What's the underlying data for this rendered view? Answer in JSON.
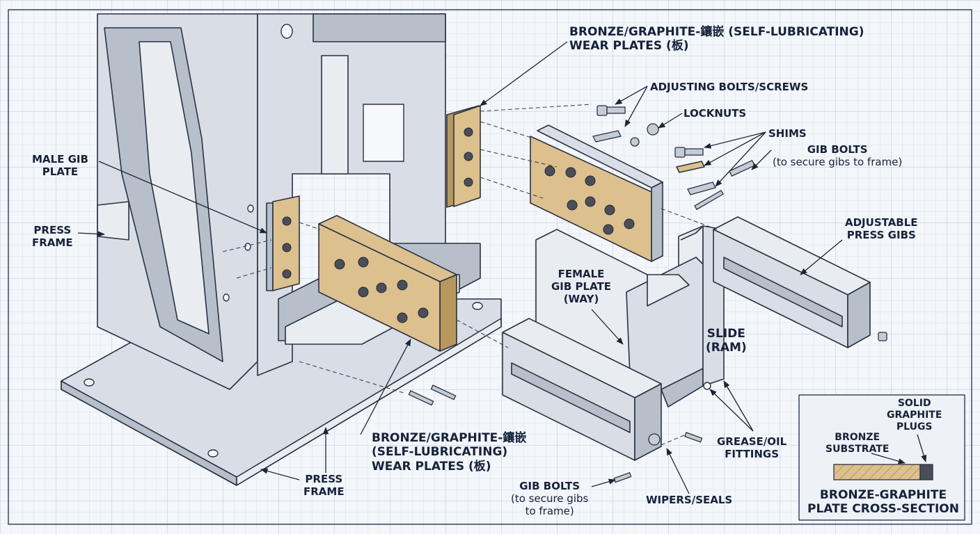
{
  "labels": {
    "wear_plates_top_line1": "BRONZE/GRAPHITE-鑲嵌 (SELF-LUBRICATING)",
    "wear_plates_top_line2": "WEAR PLATES (板)",
    "adjusting_bolts": "ADJUSTING BOLTS/SCREWS",
    "locknuts": "LOCKNUTS",
    "shims": "SHIMS",
    "gib_bolts_top": "GIB BOLTS",
    "gib_bolts_top_note": "(to secure gibs to frame)",
    "male_gib_line1": "MALE GIB",
    "male_gib_line2": "PLATE",
    "press_frame_left_line1": "PRESS",
    "press_frame_left_line2": "FRAME",
    "adjustable_gibs_line1": "ADJUSTABLE",
    "adjustable_gibs_line2": "PRESS GIBS",
    "female_gib_line1": "FEMALE",
    "female_gib_line2": "GIB PLATE",
    "female_gib_line3": "(WAY)",
    "slide_line1": "SLIDE",
    "slide_line2": "(RAM)",
    "wear_plates_bottom_line1": "BRONZE/GRAPHITE-鑲嵌",
    "wear_plates_bottom_line2": "(SELF-LUBRICATING)",
    "wear_plates_bottom_line3": "WEAR PLATES (板)",
    "grease_line1": "GREASE/OIL",
    "grease_line2": "FITTINGS",
    "press_frame_bottom_line1": "PRESS",
    "press_frame_bottom_line2": "FRAME",
    "gib_bolts_bottom_line1": "GIB BOLTS",
    "gib_bolts_bottom_line2": "(to secure gibs",
    "gib_bolts_bottom_line3": "to frame)",
    "wipers": "WIPERS/SEALS"
  },
  "inset": {
    "plugs_line1": "SOLID",
    "plugs_line2": "GRAPHITE",
    "plugs_line3": "PLUGS",
    "substrate_line1": "BRONZE",
    "substrate_line2": "SUBSTRATE",
    "caption_line1": "BRONZE-GRAPHITE",
    "caption_line2": "PLATE CROSS-SECTION"
  },
  "colors": {
    "grid_minor": "#d5dee9",
    "grid_major": "#b9c7d8",
    "bronze": "#dcc08e",
    "steel": "#d9dee6",
    "graphite": "#4a4e58",
    "ink": "#16223a"
  }
}
